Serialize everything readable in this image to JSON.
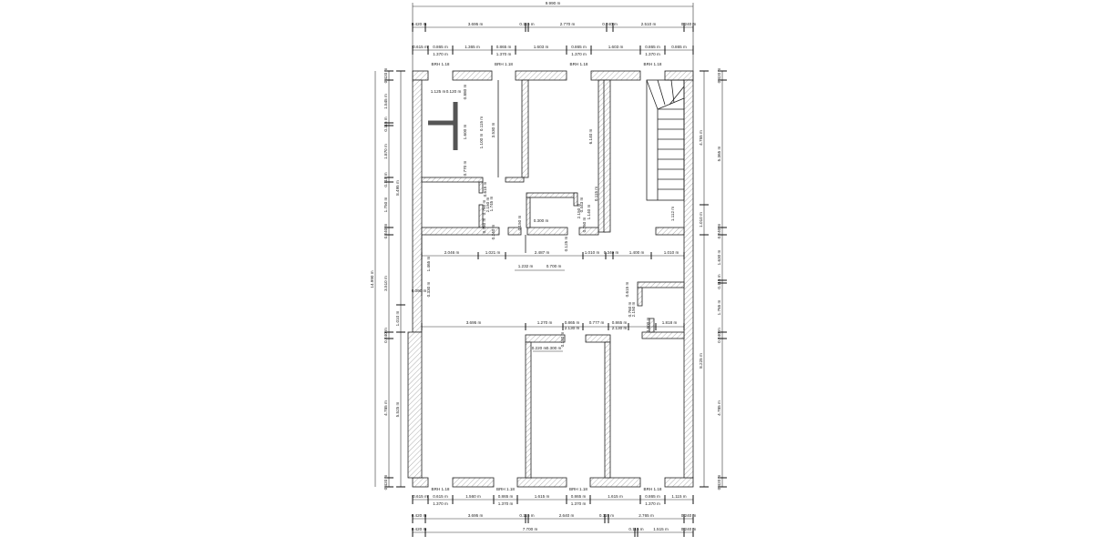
{
  "plan": {
    "overall_width": "9.990 m",
    "overall_height": "14.990 m",
    "top_row1": [
      "0.420 m",
      "3.695 m",
      "0.115 m",
      "2.770 m",
      "0.240 m",
      "2.510 m",
      "0.240 m"
    ],
    "top_row2": [
      "0.615 m",
      "0.865 m",
      "1.365 m",
      "0.865 m",
      "1.603 m",
      "0.865 m",
      "1.603 m",
      "0.865 m",
      "0.865 m"
    ],
    "window_height": "1.370 m",
    "sill_label": "BRH 1.18",
    "bottom_row1": [
      "0.615 m",
      "0.615 m",
      "1.560 m",
      "0.865 m",
      "1.615 m",
      "0.865 m",
      "1.615 m",
      "0.865 m",
      "1.115 m"
    ],
    "bottom_row2": [
      "0.420 m",
      "3.695 m",
      "0.115 m",
      "2.640 m",
      "0.115 m",
      "2.765 m",
      "0.240 m"
    ],
    "bottom_row3": [
      "0.420 m",
      "7.700 m",
      "0.115 m",
      "1.515 m",
      "0.240 m"
    ],
    "left_col1": [
      "0.420 m",
      "1.545 m",
      "0.115 m",
      "1.870 m",
      "0.115 m",
      "1.750 m",
      "0.240 m",
      "3.510 m",
      "0.240 m",
      "4.785 m",
      "0.420 m"
    ],
    "left_col2": [
      "8.495 m",
      "1.010 m",
      "5.525 m"
    ],
    "right_col1": [
      "4.755 m",
      "1.010 m",
      "8.225 m"
    ],
    "right_col2": [
      "0.420 m",
      "5.365 m",
      "0.240 m",
      "1.630 m",
      "0.115 m",
      "1.765 m",
      "0.240 m",
      "4.785 m",
      "0.420 m"
    ],
    "interior": [
      "1.125 m",
      "0.120 m",
      "0.880 m",
      "1.600 m",
      "0.115 m",
      "1.100 m",
      "0.770 m",
      "3.530 m",
      "6.140 m",
      "0.615 m",
      "0.760 m",
      "2.150 m",
      "1.745 m",
      "0.760 m",
      "0.240 m",
      "0.150 m",
      "0.300 m",
      "0.125 m",
      "0.443 m",
      "0.760 m",
      "2.150 m",
      "1.140 m",
      "0.115 m",
      "1.112 m",
      "2.046 m",
      "1.021 m",
      "2.487 m",
      "1.010 m",
      "0.340 m",
      "1.400 m",
      "1.010 m",
      "1.232 m",
      "0.700 m",
      "1.465 m",
      "0.330 m",
      "0.090 m",
      "3.695 m",
      "1.270 m",
      "0.865 m",
      "0.777 m",
      "0.865 m",
      "1.818 m",
      "2.130 m",
      "2.130 m",
      "0.615 m",
      "0.760 m",
      "2.150 m",
      "0.600 m",
      "0.180 m",
      "0.220 m",
      "0.300 m"
    ]
  }
}
